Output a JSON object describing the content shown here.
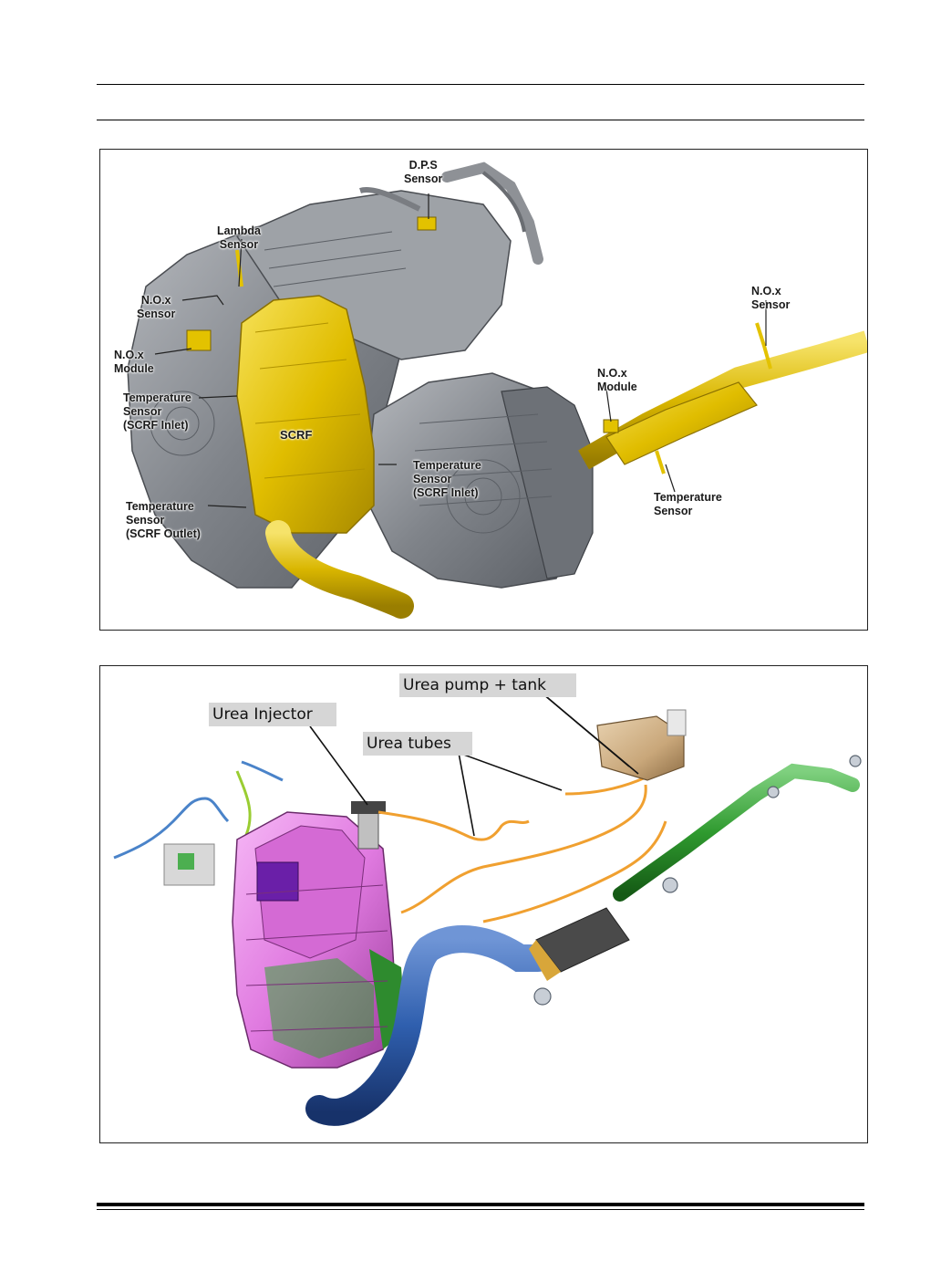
{
  "figure1": {
    "labels": {
      "dps": [
        "D.P.S",
        "Sensor"
      ],
      "lambda": [
        "Lambda",
        "Sensor"
      ],
      "nox_sensor_left": [
        "N.O.x",
        "Sensor"
      ],
      "nox_module_left": [
        "N.O.x",
        "Module"
      ],
      "temp_inlet_left": [
        "Temperature",
        "Sensor",
        "(SCRF Inlet)"
      ],
      "scrf": "SCRF",
      "temp_outlet": [
        "Temperature",
        "Sensor",
        "(SCRF Outlet)"
      ],
      "temp_inlet_right": [
        "Temperature",
        "Sensor",
        "(SCRF Inlet)"
      ],
      "nox_module_right": [
        "N.O.x",
        "Module"
      ],
      "nox_sensor_right": [
        "N.O.x",
        "Sensor"
      ],
      "temp_sensor_right": [
        "Temperature",
        "Sensor"
      ]
    }
  },
  "figure2": {
    "labels": {
      "urea_injector": "Urea Injector",
      "urea_pump_tank": "Urea pump + tank",
      "urea_tubes": "Urea tubes"
    }
  },
  "colors": {
    "engine_gray": "#8a8d92",
    "scrf_yellow": "#e3c200",
    "magenta": "#e07ae0",
    "blue_pipe": "#2f5fae",
    "green_pipe": "#2f9a2f",
    "urea_orange": "#f0a030",
    "tank_tan": "#c9a77a"
  }
}
